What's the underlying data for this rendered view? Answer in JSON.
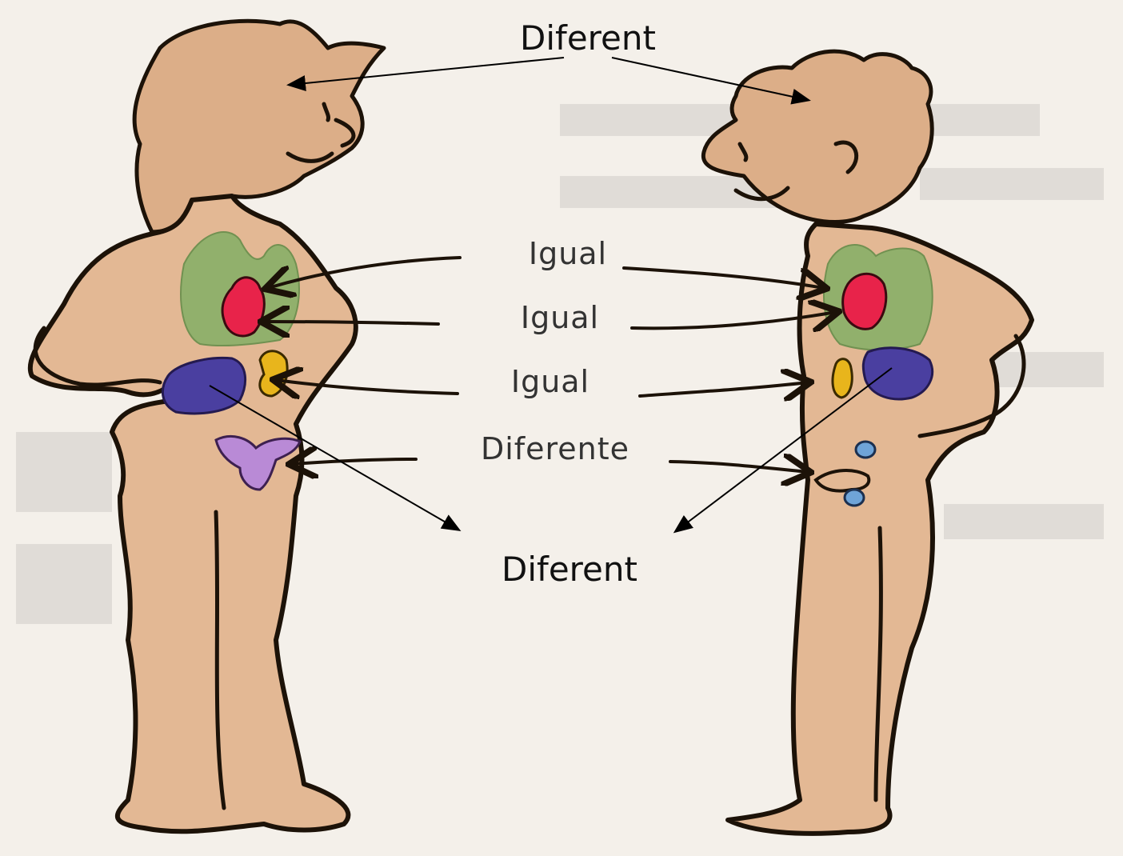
{
  "labels": {
    "top_label": "Diferent",
    "bottom_label": "Diferent",
    "lungs_label": "Igual",
    "heart_label": "Igual",
    "digestive_label": "Igual",
    "reproductive_label": "Diferente"
  },
  "colors": {
    "skin": "#e3b894",
    "lungs": "#8db06a",
    "heart": "#e8234a",
    "stomach": "#4a3fa0",
    "liver": "#e8b51c",
    "uterus": "#b98ad6",
    "testes": "#6fa4d8",
    "background": "#f4f0ea"
  }
}
